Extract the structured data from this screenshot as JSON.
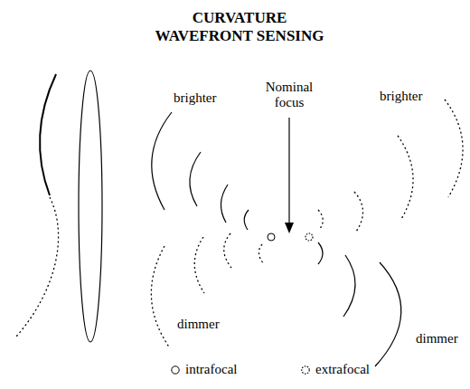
{
  "diagram": {
    "title": "CURVATURE WAVEFRONT SENSING",
    "labels": [
      "brighter",
      "Nominal focus",
      "brighter",
      "dimmer",
      "dimmer"
    ],
    "legend": [
      {
        "text": "intrafocal"
      },
      {
        "text": "extrafocal"
      }
    ]
  }
}
